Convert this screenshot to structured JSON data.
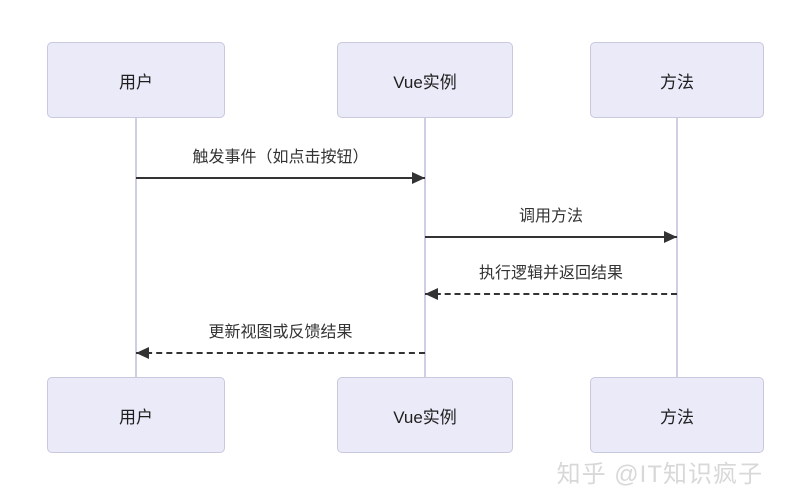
{
  "diagram": {
    "type": "sequence-diagram",
    "actors": [
      {
        "label": "用户"
      },
      {
        "label": "Vue实例"
      },
      {
        "label": "方法"
      }
    ],
    "messages": [
      {
        "from": "用户",
        "to": "Vue实例",
        "label": "触发事件（如点击按钮）",
        "line": "solid",
        "direction": "right"
      },
      {
        "from": "Vue实例",
        "to": "方法",
        "label": "调用方法",
        "line": "solid",
        "direction": "right"
      },
      {
        "from": "方法",
        "to": "Vue实例",
        "label": "执行逻辑并返回结果",
        "line": "dashed",
        "direction": "left"
      },
      {
        "from": "Vue实例",
        "to": "用户",
        "label": "更新视图或反馈结果",
        "line": "dashed",
        "direction": "left"
      }
    ],
    "colors": {
      "background": "#FFFFFF",
      "actor_fill": "#EAEAF8",
      "actor_border": "#C8C8DE",
      "lifeline": "#CFCFE4",
      "arrow": "#333333",
      "label_text": "#333333",
      "watermark": "#D8D8D8"
    }
  },
  "watermark": {
    "text": "知乎 @IT知识疯子"
  }
}
